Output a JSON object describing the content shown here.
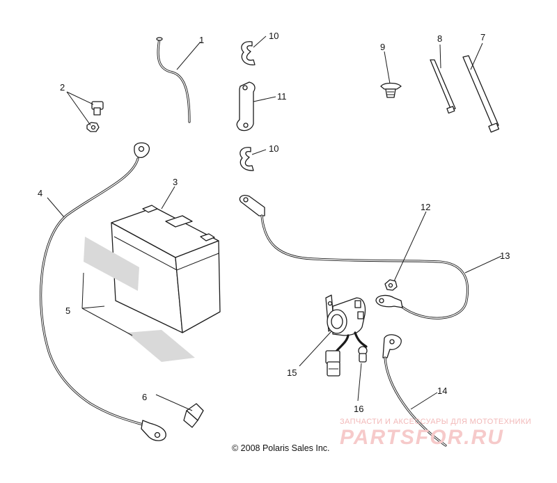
{
  "callouts": [
    "1",
    "2",
    "3",
    "4",
    "5",
    "6",
    "7",
    "8",
    "9",
    "10",
    "10",
    "11",
    "12",
    "13",
    "14",
    "15",
    "16"
  ],
  "copyright": "© 2008 Polaris Sales Inc.",
  "watermark": {
    "caption": "ЗАПЧАСТИ И АКСЕССУАРЫ ДЛЯ МОТОТЕХНИКИ",
    "logo": "PARTSFOR.RU"
  }
}
